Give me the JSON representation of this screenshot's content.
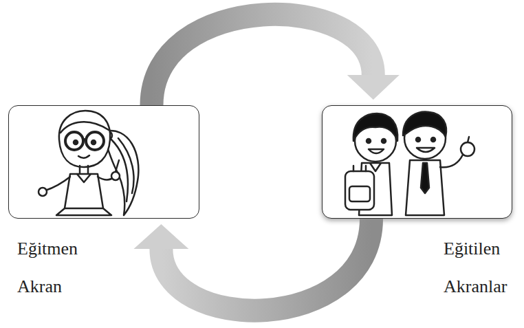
{
  "diagram": {
    "nodes": [
      {
        "text": [
          "Eğitmen Akran"
        ]
      },
      {
        "text": [
          "Eğitilen Akranlar"
        ]
      }
    ],
    "edges": [
      {
        "from": 0,
        "to": 1,
        "arrow": "to"
      },
      {
        "from": 1,
        "to": 0,
        "arrow": "to"
      }
    ]
  }
}
